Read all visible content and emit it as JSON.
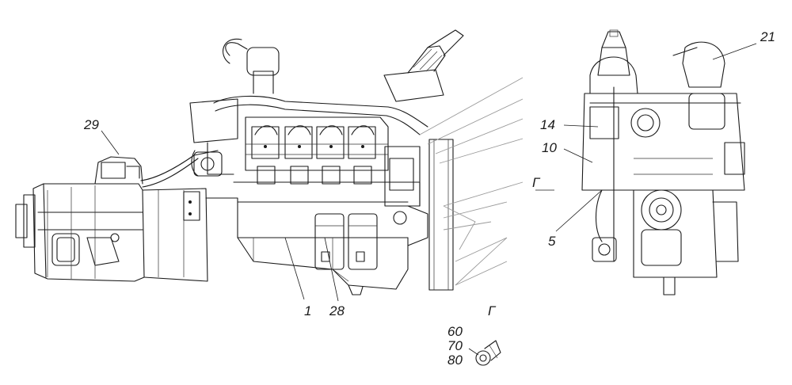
{
  "callouts": {
    "c1": "1",
    "c28": "28",
    "c29": "29",
    "c21": "21",
    "c14": "14",
    "c10": "10",
    "c5": "5",
    "view_mark": "Г",
    "detail_title": "Г",
    "c60": "60",
    "c70": "70",
    "c80": "80"
  }
}
